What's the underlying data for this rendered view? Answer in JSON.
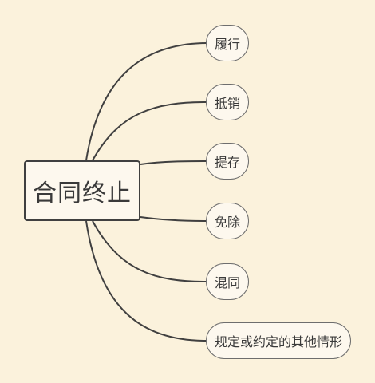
{
  "mindmap": {
    "root": {
      "label": "合同终止"
    },
    "branches": [
      {
        "label": "履行"
      },
      {
        "label": "抵销"
      },
      {
        "label": "提存"
      },
      {
        "label": "免除"
      },
      {
        "label": "混同"
      },
      {
        "label": "规定或约定的其他情形"
      }
    ]
  },
  "colors": {
    "background": "#fbf2dc",
    "node_fill": "#fdf8ee",
    "connector": "#404040",
    "text": "#3a3a3a"
  }
}
